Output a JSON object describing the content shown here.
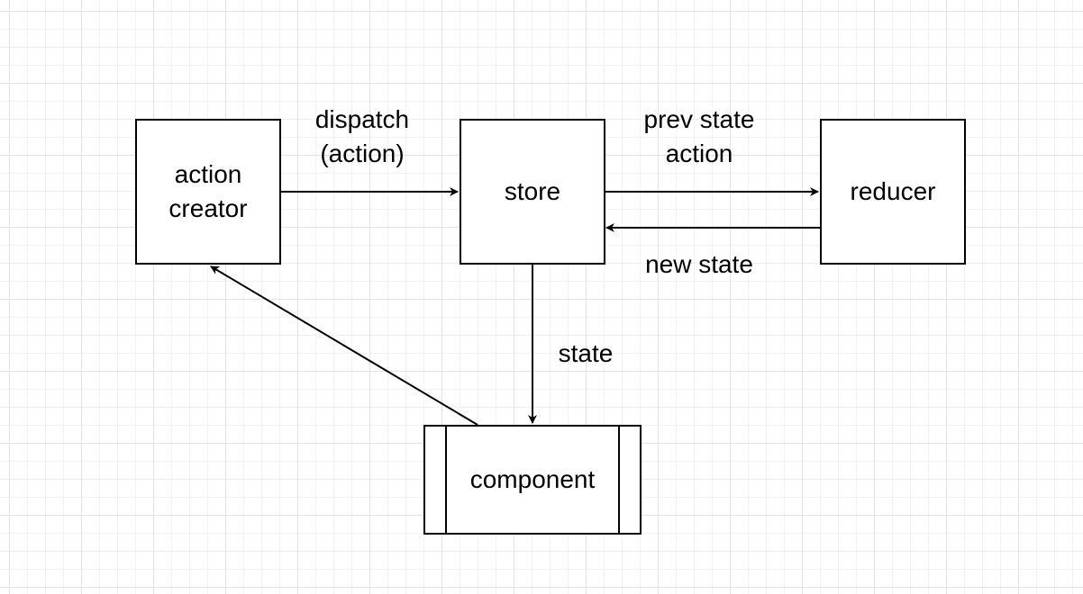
{
  "diagram": {
    "nodes": {
      "action_creator": {
        "lines": [
          "action",
          "creator"
        ]
      },
      "store": {
        "lines": [
          "store"
        ]
      },
      "reducer": {
        "lines": [
          "reducer"
        ]
      },
      "component": {
        "lines": [
          "component"
        ]
      }
    },
    "edges": {
      "creator_to_store": {
        "lines": [
          "dispatch",
          "(action)"
        ]
      },
      "store_to_reducer": {
        "lines": [
          "prev state",
          "action"
        ]
      },
      "reducer_to_store": {
        "lines": [
          "new state"
        ]
      },
      "store_to_component": {
        "lines": [
          "state"
        ]
      },
      "component_to_creator": {
        "lines": []
      }
    }
  }
}
